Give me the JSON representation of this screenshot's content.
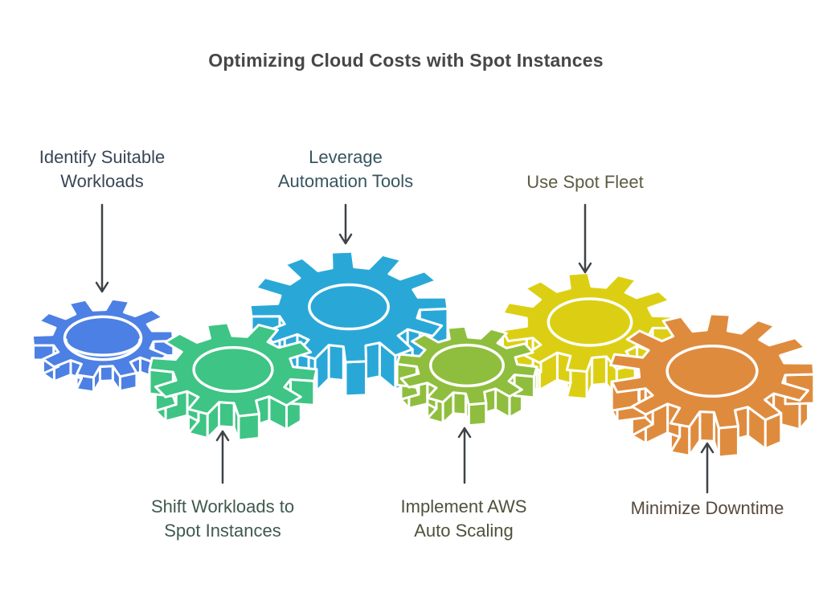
{
  "title": "Optimizing Cloud Costs with Spot Instances",
  "title_color": "#474747",
  "arrow_color": "#3f4347",
  "steps": [
    {
      "id": "identify-suitable-workloads",
      "label": "Identify Suitable\nWorkloads",
      "label_color": "#3a4656",
      "gear_color": "#4d80e4",
      "label_position": "top"
    },
    {
      "id": "shift-workloads-to-spot-instances",
      "label": "Shift Workloads to\nSpot Instances",
      "label_color": "#40594d",
      "gear_color": "#3ec484",
      "label_position": "bottom"
    },
    {
      "id": "leverage-automation-tools",
      "label": "Leverage\nAutomation Tools",
      "label_color": "#365560",
      "gear_color": "#29a8d8",
      "label_position": "top"
    },
    {
      "id": "implement-aws-auto-scaling",
      "label": "Implement AWS\nAuto Scaling",
      "label_color": "#4d523c",
      "gear_color": "#8fbe3e",
      "label_position": "bottom"
    },
    {
      "id": "use-spot-fleet",
      "label": "Use Spot Fleet",
      "label_color": "#5d5c42",
      "gear_color": "#dccf13",
      "label_position": "top"
    },
    {
      "id": "minimize-downtime",
      "label": "Minimize Downtime",
      "label_color": "#57493d",
      "gear_color": "#df8b3e",
      "label_position": "bottom"
    }
  ]
}
